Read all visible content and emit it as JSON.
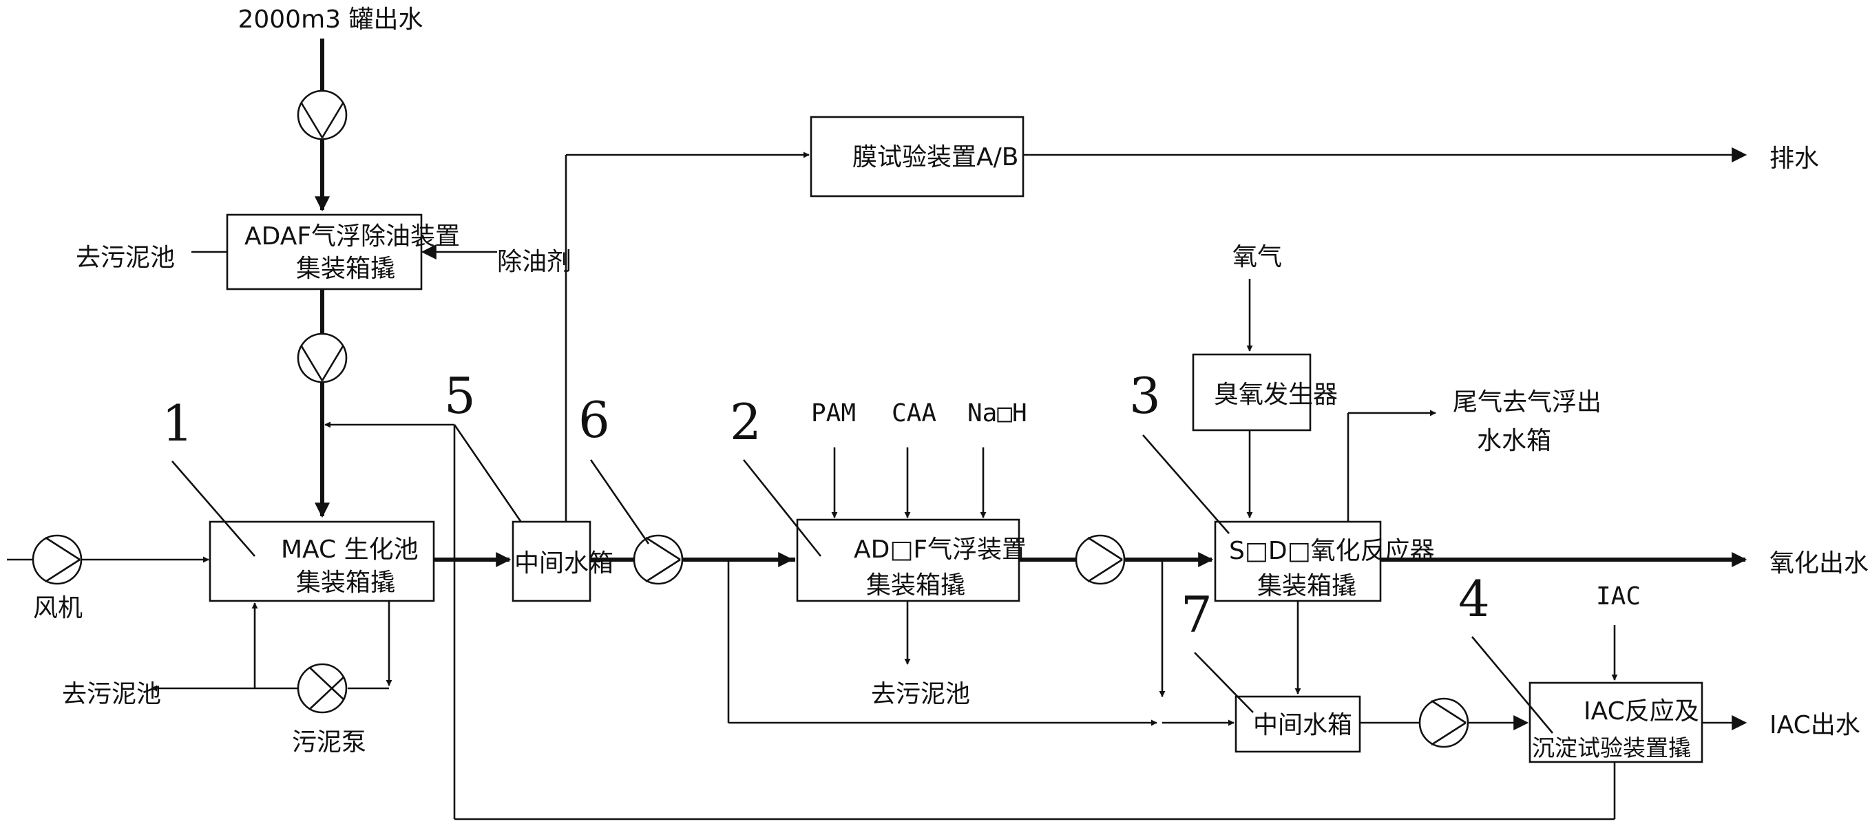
{
  "inputs": {
    "tank_outlet": "2000m3 罐出水",
    "oil_remover": "除油剂",
    "oxygen": "氧气",
    "pam": "PAM",
    "caa": "CAA",
    "naoh": "Na□H",
    "iac": "IAC",
    "fan": "风机"
  },
  "outputs": {
    "discharge": "排水",
    "oxidation_outlet": "氧化出水",
    "iac_outlet": "IAC出水",
    "tail_gas_line1": "尾气去气浮出",
    "tail_gas_line2": "水水箱",
    "sludge_pool_1": "去污泥池",
    "sludge_pool_2": "去污泥池",
    "sludge_pool_3": "去污泥池",
    "sludge_pump": "污泥泵"
  },
  "units": {
    "membrane": "膜试验装置A/B",
    "adaf_line1": "ADAF气浮除油装置",
    "adaf_line2": "集装箱撬",
    "mac_line1": "MAC 生化池",
    "mac_line2": "集装箱撬",
    "mid_tank_1": "中间水箱",
    "adof_line1": "AD□F气浮装置",
    "adof_line2": "集装箱撬",
    "ozone_gen": "臭氧发生器",
    "sodo_line1": "S□D□氧化反应器",
    "sodo_line2": "集装箱撬",
    "mid_tank_2": "中间水箱",
    "iac_line1": "IAC反应及",
    "iac_line2": "沉淀试验装置撬"
  },
  "numbers": [
    "1",
    "2",
    "3",
    "4",
    "5",
    "6",
    "7"
  ]
}
